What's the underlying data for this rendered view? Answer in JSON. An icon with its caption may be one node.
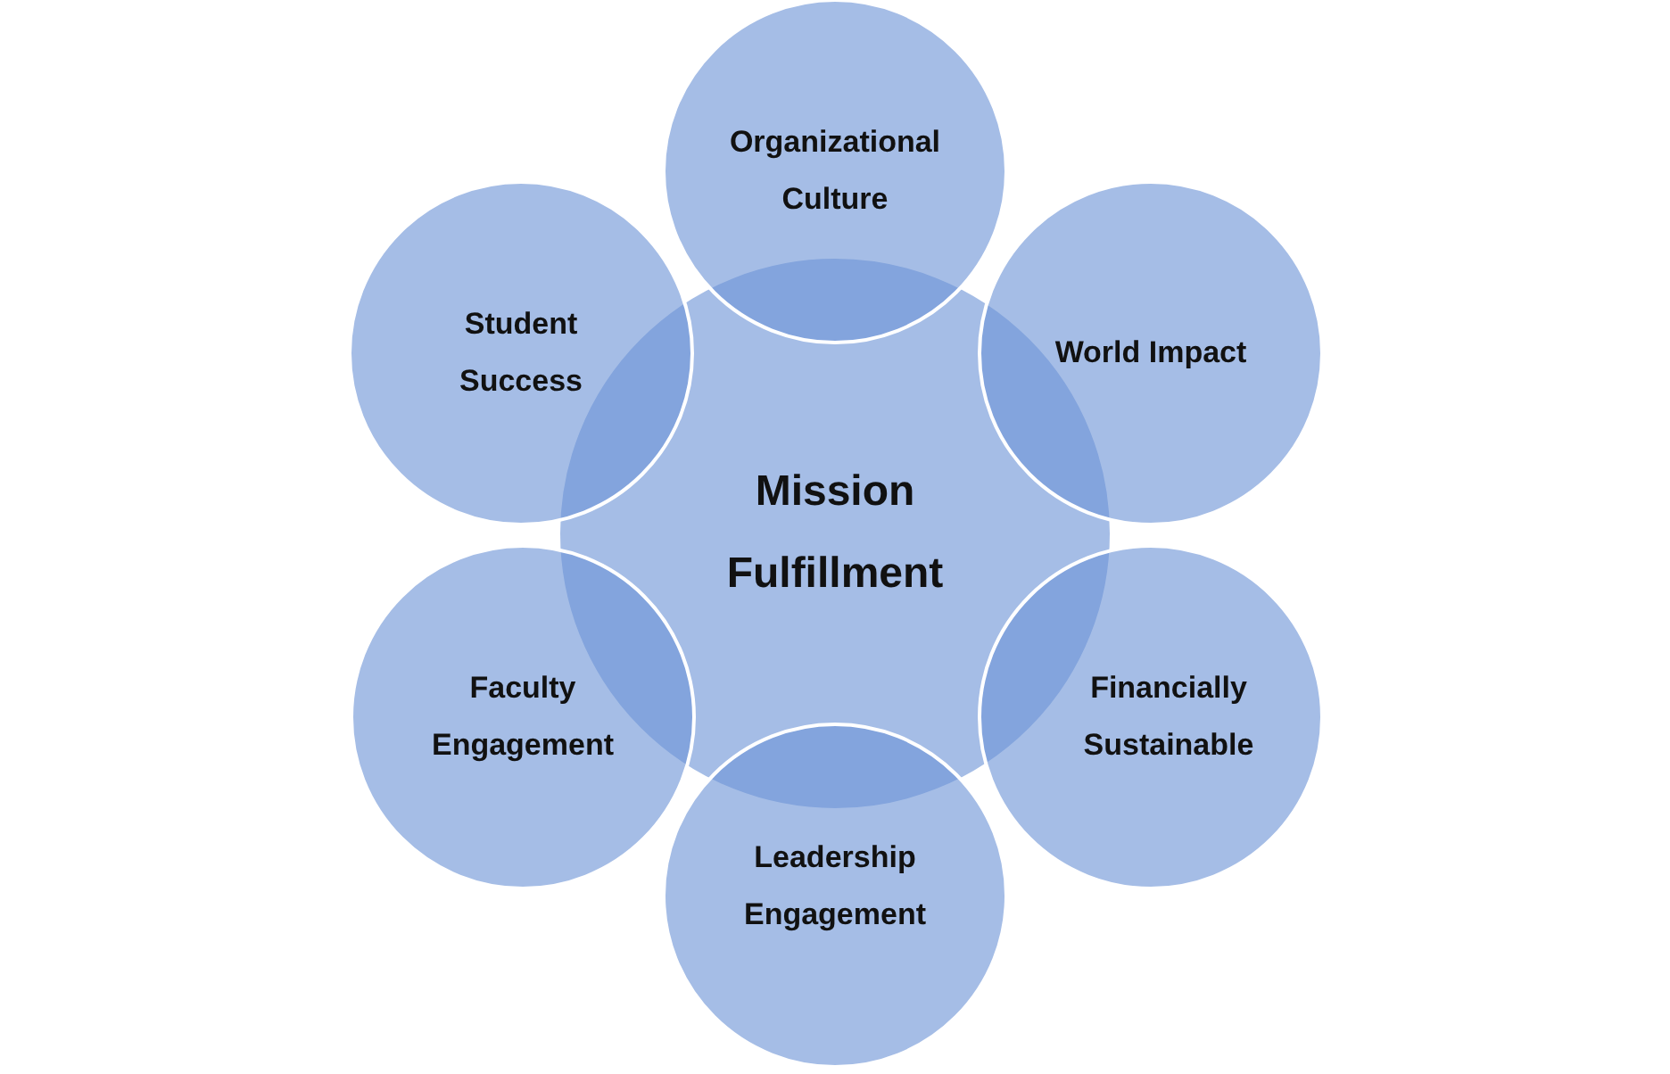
{
  "diagram": {
    "nodes": [
      {
        "text": [
          "Organizational Culture"
        ]
      },
      {
        "text": [
          "Student Success"
        ]
      },
      {
        "text": [
          "World Impact"
        ]
      },
      {
        "text": [
          "Mission Fulfillment"
        ]
      },
      {
        "text": [
          "Faculty Engagement"
        ]
      },
      {
        "text": [
          "Financially Sustainable"
        ]
      },
      {
        "text": [
          "Leadership Engagement"
        ]
      }
    ]
  }
}
